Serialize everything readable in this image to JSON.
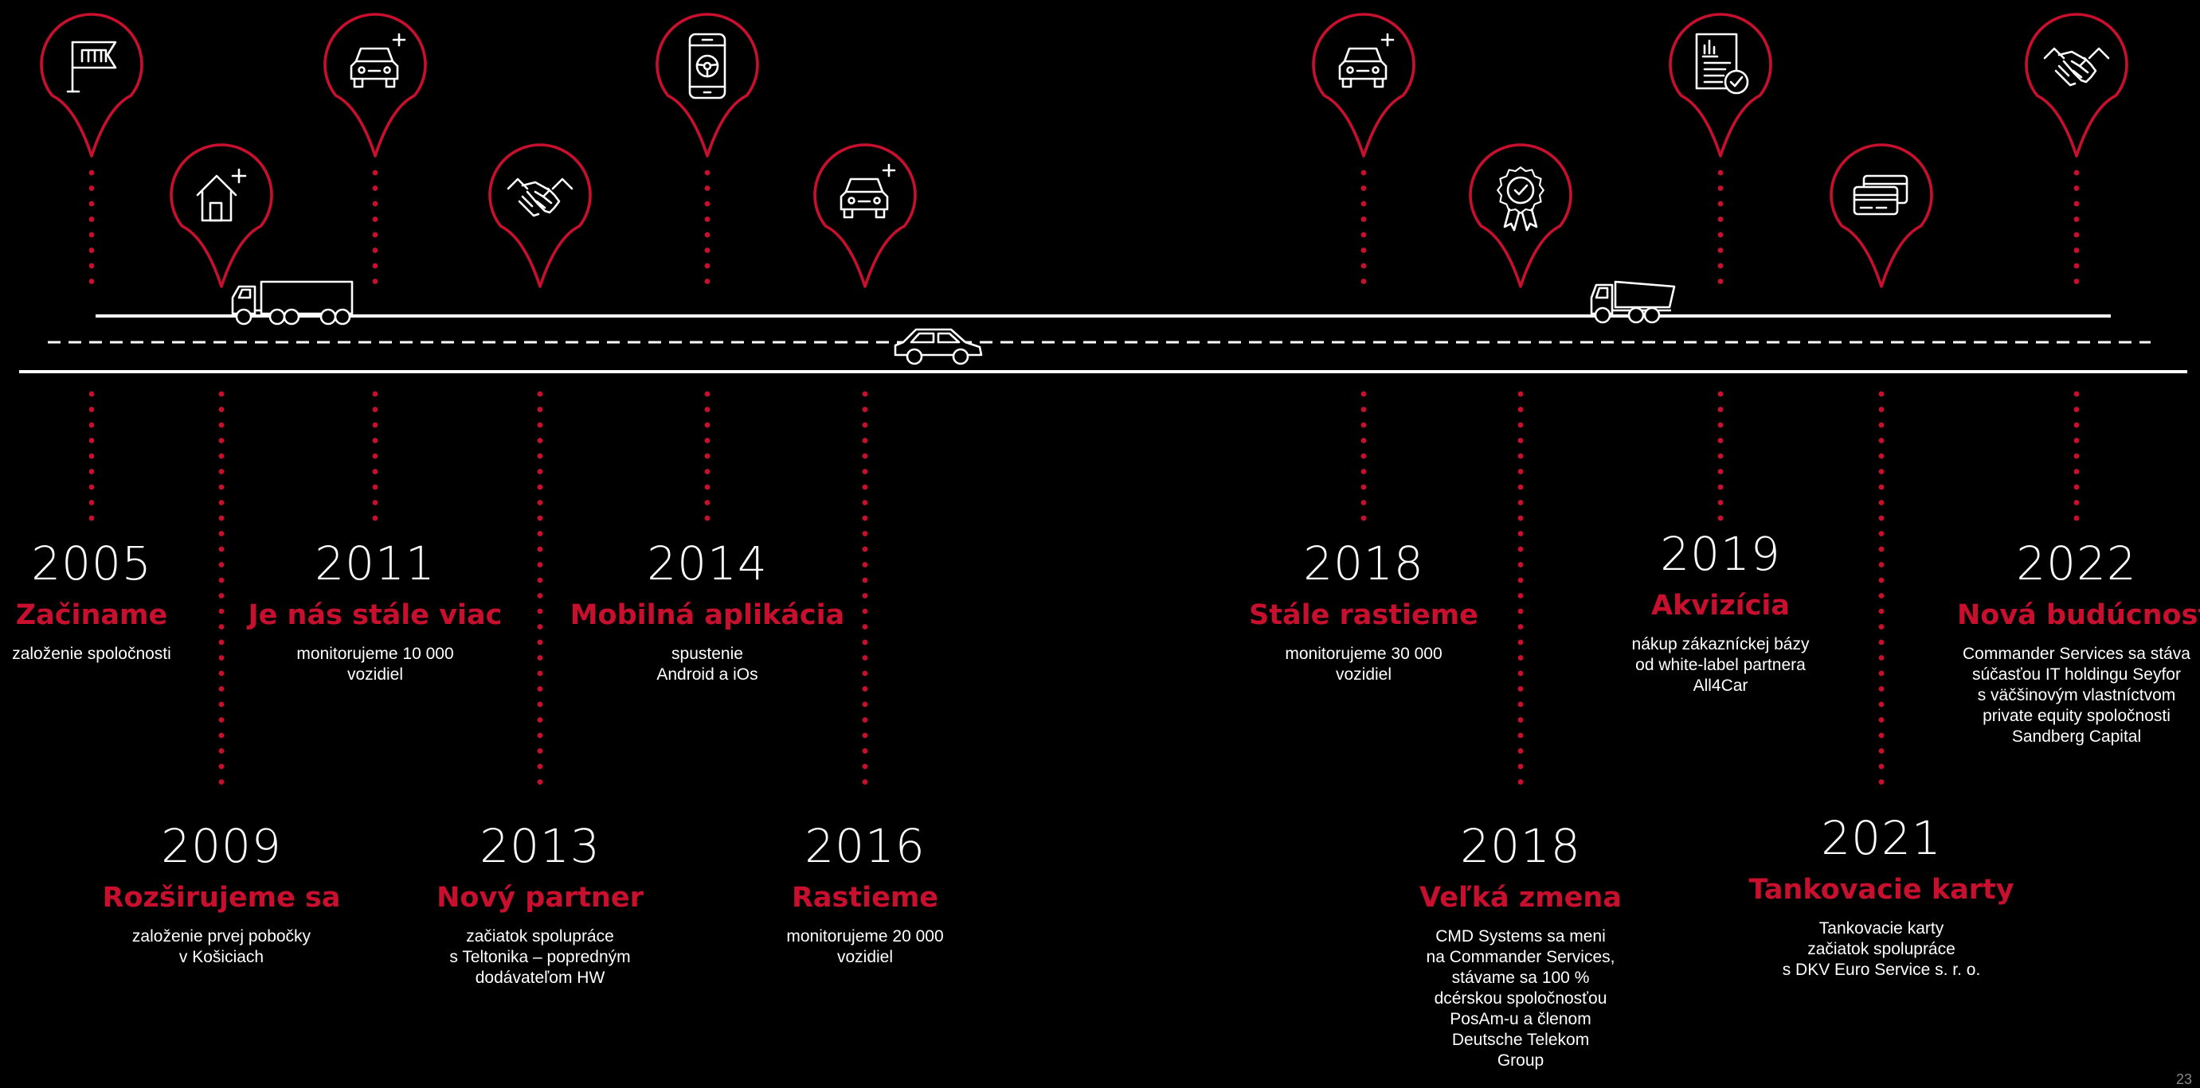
{
  "colors": {
    "background": "#000000",
    "accent": "#c8102e",
    "text": "#ffffff"
  },
  "pins": [
    {
      "year": "2005",
      "icon": "flag-icon"
    },
    {
      "year": "2009",
      "icon": "house-plus-icon"
    },
    {
      "year": "2011",
      "icon": "car-plus-icon"
    },
    {
      "year": "2013",
      "icon": "handshake-icon"
    },
    {
      "year": "2014",
      "icon": "mobile-app-icon"
    },
    {
      "year": "2016",
      "icon": "car-plus-icon"
    },
    {
      "year": "2018",
      "icon": "car-plus-icon"
    },
    {
      "year": "2018",
      "icon": "certificate-badge-icon"
    },
    {
      "year": "2019",
      "icon": "document-chart-icon"
    },
    {
      "year": "2021",
      "icon": "fuel-card-icon"
    },
    {
      "year": "2022",
      "icon": "handshake-icon"
    }
  ],
  "road_vehicles": [
    "truck-trailer-icon",
    "car-icon",
    "dump-truck-icon"
  ],
  "milestones": [
    {
      "year": "2005",
      "title": "Začiname",
      "desc": [
        "založenie spoločnosti"
      ]
    },
    {
      "year": "2009",
      "title": "Rozširujeme sa",
      "desc": [
        "založenie prvej pobočky",
        "v Košiciach"
      ]
    },
    {
      "year": "2011",
      "title": "Je nás stále viac",
      "desc": [
        "monitorujeme 10 000",
        "vozidiel"
      ]
    },
    {
      "year": "2013",
      "title": "Nový partner",
      "desc": [
        "začiatok spolupráce",
        "s Teltonika – popredným",
        "dodávateľom HW"
      ]
    },
    {
      "year": "2014",
      "title": "Mobilná aplikácia",
      "desc": [
        "spustenie",
        "Android a iOs"
      ]
    },
    {
      "year": "2016",
      "title": "Rastieme",
      "desc": [
        "monitorujeme 20 000",
        "vozidiel"
      ]
    },
    {
      "year": "2018",
      "title": "Stále rastieme",
      "desc": [
        "monitorujeme 30 000",
        "vozidiel"
      ]
    },
    {
      "year": "2018",
      "title": "Veľká zmena",
      "desc": [
        "CMD Systems sa meni",
        "na Commander Services,",
        "stávame sa 100 %",
        "dcérskou spoločnosťou",
        "PosAm-u a členom",
        "Deutsche Telekom",
        "Group"
      ]
    },
    {
      "year": "2019",
      "title": "Akvizícia",
      "desc": [
        "nákup zákazníckej bázy",
        "od white-label partnera",
        "All4Car"
      ]
    },
    {
      "year": "2021",
      "title": "Tankovacie karty",
      "desc": [
        "Tankovacie karty",
        "začiatok spolupráce",
        "s DKV Euro Service s. r. o."
      ]
    },
    {
      "year": "2022",
      "title": "Nová budúcnosť",
      "desc": [
        "Commander Services sa stáva",
        "súčasťou IT holdingu Seyfor",
        "s väčšinovým vlastníctvom",
        "private equity spoločnosti",
        "Sandberg Capital"
      ]
    }
  ],
  "page_number": "23"
}
